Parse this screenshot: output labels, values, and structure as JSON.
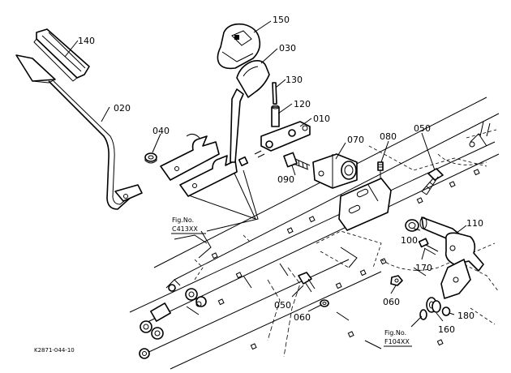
{
  "diagram_code": "K2871-044-10",
  "part_labels": {
    "p010": "010",
    "p020": "020",
    "p030": "030",
    "p040": "040",
    "p050a": "050",
    "p050b": "050",
    "p060a": "060",
    "p060b": "060",
    "p070": "070",
    "p080": "080",
    "p090": "090",
    "p100": "100",
    "p110": "110",
    "p120": "120",
    "p130": "130",
    "p140": "140",
    "p150": "150",
    "p160": "160",
    "p170": "170",
    "p180": "180"
  },
  "figure_refs": {
    "ref1": {
      "title": "Fig.No.",
      "code": "C413XX"
    },
    "ref2": {
      "title": "Fig.No.",
      "code": "F104XX"
    }
  }
}
